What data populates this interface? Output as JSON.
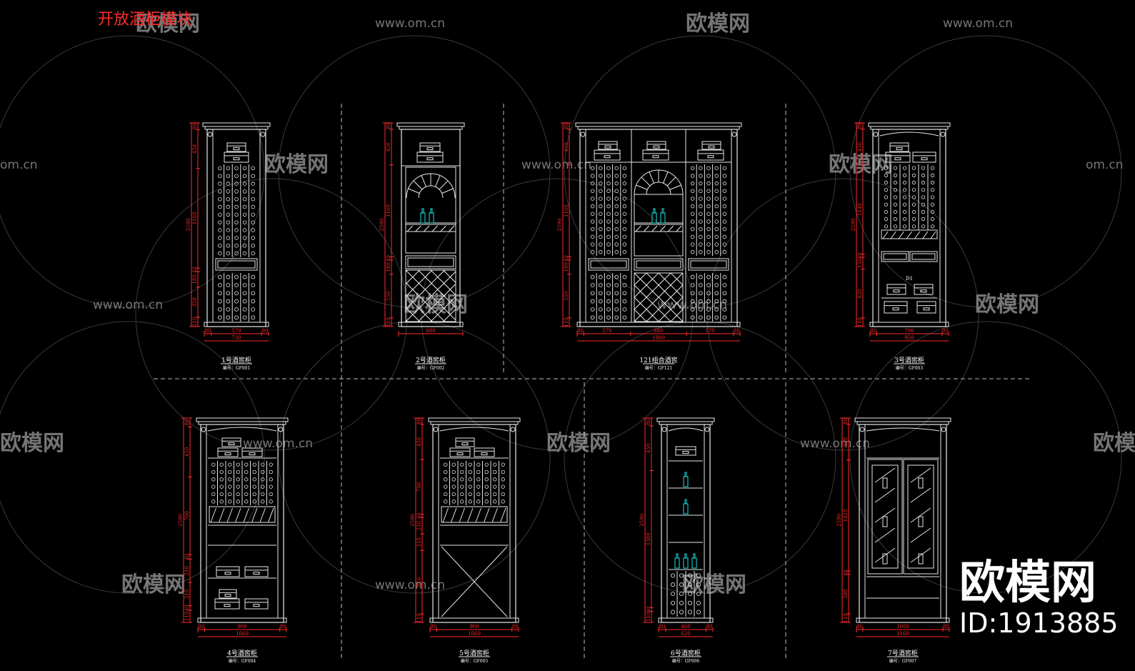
{
  "top_label": "开放酒柜模块",
  "watermark": {
    "url": "www.om.cn",
    "url_short": "om.cn",
    "brand": "欧模网",
    "id": "ID:1913885"
  },
  "colors": {
    "background": "#000000",
    "line": "#e8e8e8",
    "dim": "#ff2a2a",
    "bottle": "#19e6e6",
    "watermark": "#8a8a8a"
  },
  "cabinets": [
    {
      "title": "1号酒窖柜",
      "code": "编号：GF001",
      "vdims": [
        "80",
        "450",
        "1160",
        "2590",
        "40",
        "180",
        "350",
        "110"
      ],
      "hdims": [
        "80",
        "570",
        "80"
      ],
      "total": "730"
    },
    {
      "title": "2号酒窖柜",
      "code": "编号：GF002",
      "vdims": [
        "80",
        "450",
        "1160",
        "2590",
        "40",
        "180",
        "550",
        "110"
      ],
      "hdims": [
        "680"
      ],
      "total": ""
    },
    {
      "title": "121组合酒窖",
      "code": "编号：GF121",
      "vdims": [
        "80",
        "450",
        "1160",
        "2590",
        "40",
        "180",
        "550",
        "110"
      ],
      "hdims": [
        "80",
        "570",
        "680",
        "570",
        "80"
      ],
      "total": "1980"
    },
    {
      "title": "3号酒窖柜",
      "code": "编号：GF003",
      "vdims": [
        "80",
        "450",
        "1140",
        "2590",
        "40",
        "150",
        "620",
        "110"
      ],
      "hdims": [
        "80",
        "790",
        "80"
      ],
      "total": "950",
      "label": "D1"
    },
    {
      "title": "4号酒窖柜",
      "code": "编号：GF004",
      "vdims": [
        "80",
        "450",
        "700",
        "2590",
        "40",
        "210",
        "210",
        "40",
        "110"
      ],
      "hdims": [
        "80",
        "900",
        "80"
      ],
      "total": "1060"
    },
    {
      "title": "5号酒窖柜",
      "code": "编号：GF005",
      "vdims": [
        "80",
        "450",
        "700",
        "2590",
        "40",
        "210",
        "210",
        "810",
        "110"
      ],
      "hdims": [
        "80",
        "900",
        "80"
      ],
      "total": "1060"
    },
    {
      "title": "6号酒窖柜",
      "code": "编号：GF006",
      "vdims": [
        "80",
        "450",
        "1380",
        "2590",
        "40",
        "110"
      ],
      "hdims": [
        "80",
        "460",
        "80"
      ],
      "total": "620"
    },
    {
      "title": "7号酒窖柜",
      "code": "编号：GF007",
      "vdims": [
        "80",
        "450",
        "1410",
        "2590",
        "40",
        "500",
        "110"
      ],
      "hdims": [
        "80",
        "1000",
        "80"
      ],
      "total": "1160"
    }
  ]
}
